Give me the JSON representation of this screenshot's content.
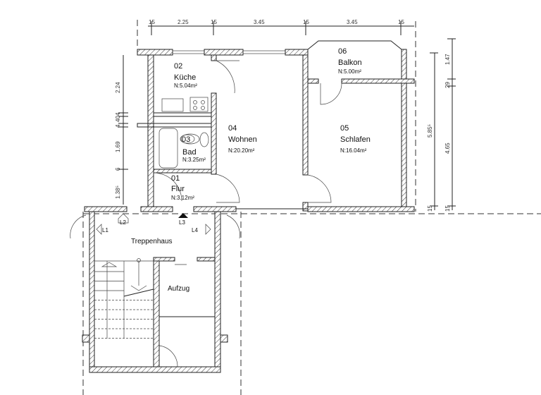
{
  "rooms": [
    {
      "number": "02",
      "name": "Küche",
      "area": "N:5.04m²"
    },
    {
      "number": "03",
      "name": "Bad",
      "area": "N:3.25m²"
    },
    {
      "number": "01",
      "name": "Flur",
      "area": "N:3.12m²"
    },
    {
      "number": "04",
      "name": "Wohnen",
      "area": "N:20.20m²"
    },
    {
      "number": "05",
      "name": "Schlafen",
      "area": "N:16.04m²"
    },
    {
      "number": "06",
      "name": "Balkon",
      "area": "N:5.00m²"
    }
  ],
  "stairwell": {
    "name": "Treppenhaus",
    "elevator": "Aufzug",
    "markers": [
      "L1",
      "L2",
      "L3",
      "L4"
    ]
  },
  "dimensions": {
    "top": [
      "15",
      "2.25",
      "15",
      "3.45",
      "15",
      "3.45",
      "15"
    ],
    "right_inner": [
      "5.85⁵",
      "15"
    ],
    "right_outer": [
      "1.47",
      "29",
      "4.65",
      "15"
    ],
    "left": [
      "2.24",
      "4",
      "40",
      "4",
      "1.69",
      "6",
      "1.38⁵"
    ]
  }
}
